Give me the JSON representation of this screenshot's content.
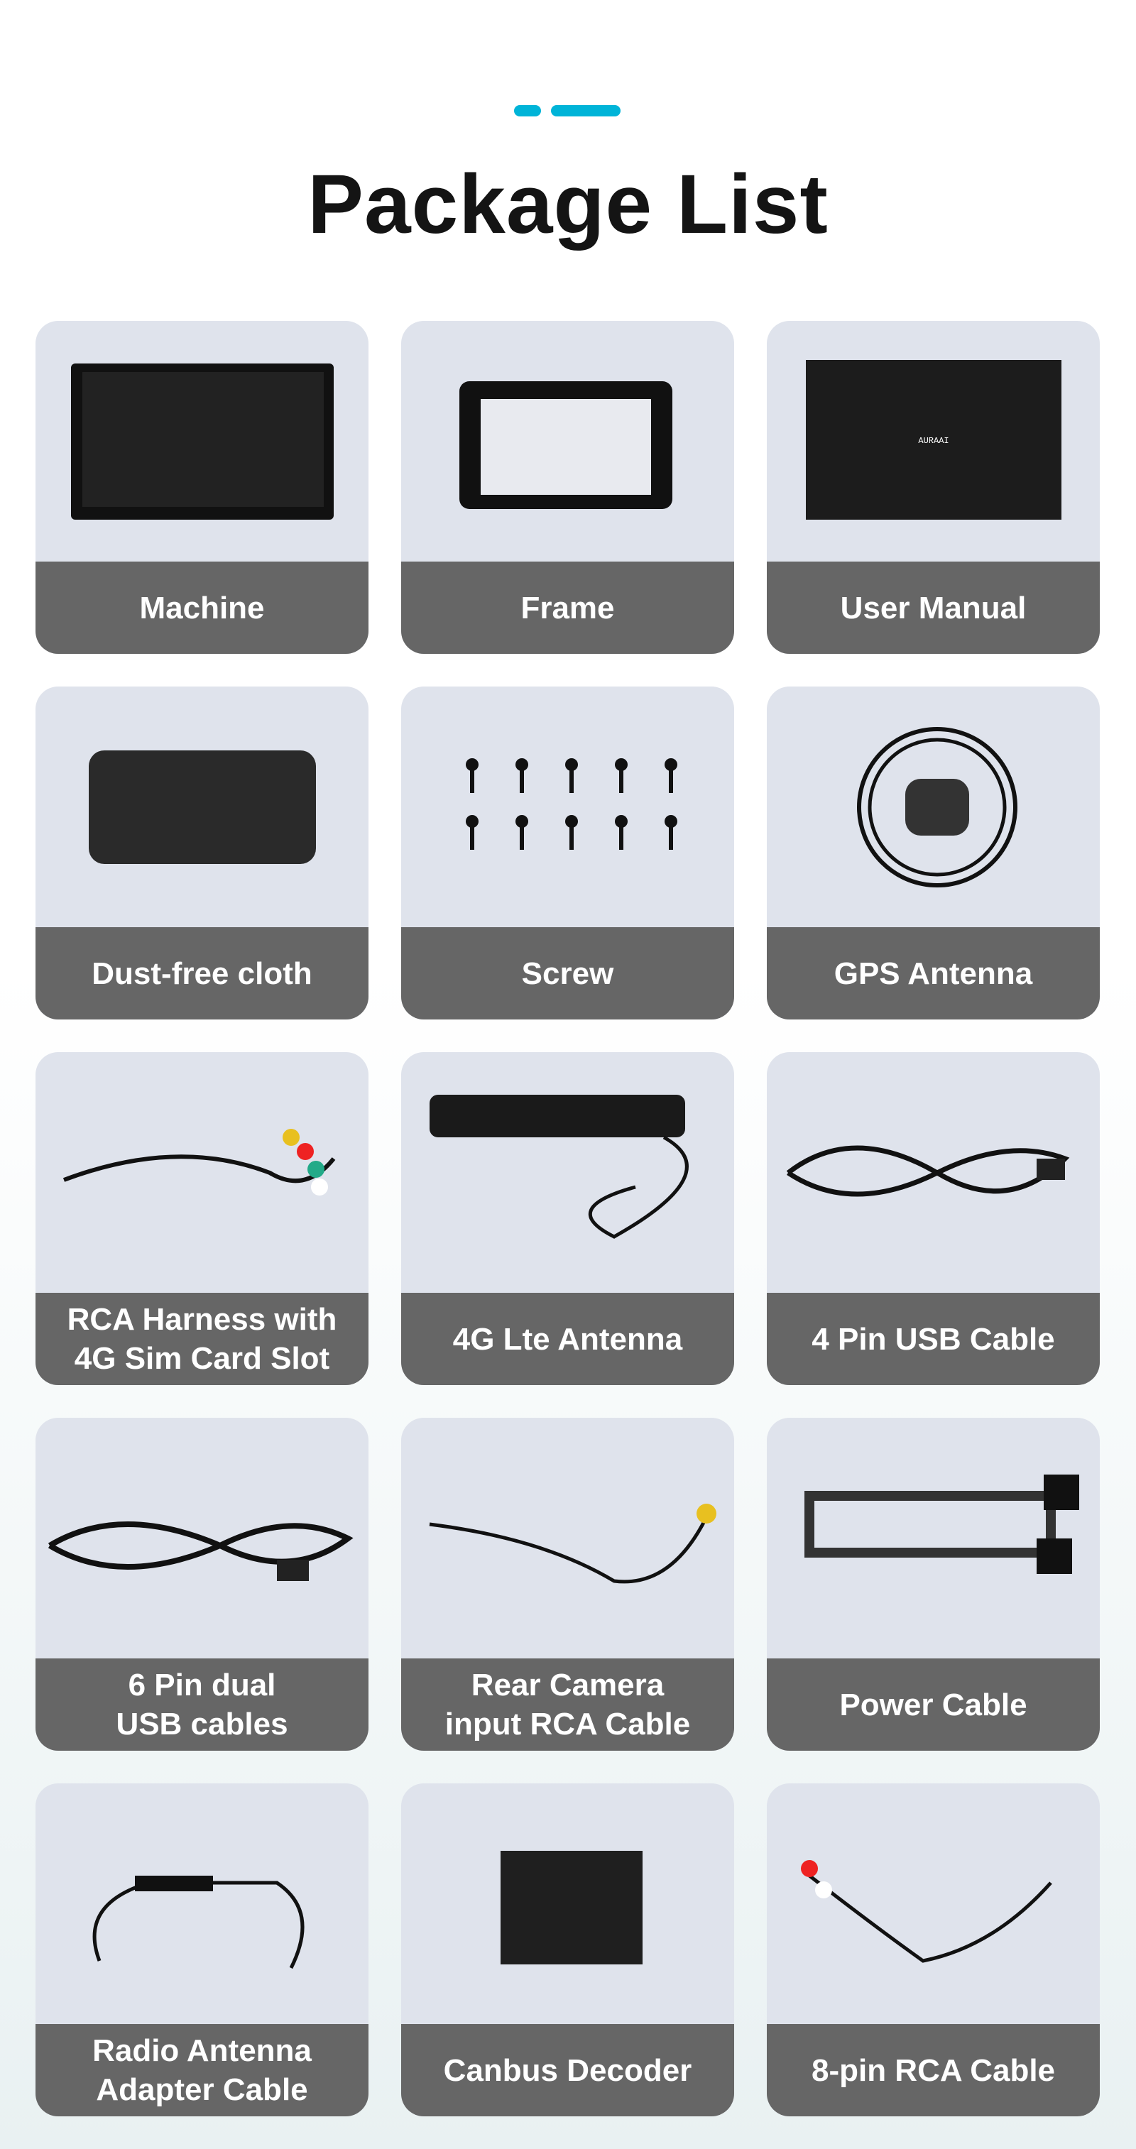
{
  "title": "Package List",
  "accent_color": "#00b4d8",
  "items": [
    {
      "label": "Machine",
      "icon": "screen"
    },
    {
      "label": "Frame",
      "icon": "frame"
    },
    {
      "label": "User Manual",
      "icon": "manual"
    },
    {
      "label": "Dust-free cloth",
      "icon": "cloth"
    },
    {
      "label": "Screw",
      "icon": "screws"
    },
    {
      "label": "GPS Antenna",
      "icon": "gps"
    },
    {
      "label": "RCA Harness with\n4G Sim Card Slot",
      "icon": "harness"
    },
    {
      "label": "4G Lte Antenna",
      "icon": "lte"
    },
    {
      "label": "4 Pin USB Cable",
      "icon": "usb"
    },
    {
      "label": "6 Pin dual\nUSB cables",
      "icon": "usb2"
    },
    {
      "label": "Rear Camera\ninput RCA Cable",
      "icon": "camera-cable"
    },
    {
      "label": "Power Cable",
      "icon": "power"
    },
    {
      "label": "Radio Antenna\nAdapter Cable",
      "icon": "radio"
    },
    {
      "label": "Canbus Decoder",
      "icon": "canbus"
    },
    {
      "label": "8-pin RCA  Cable",
      "icon": "rca8"
    }
  ]
}
